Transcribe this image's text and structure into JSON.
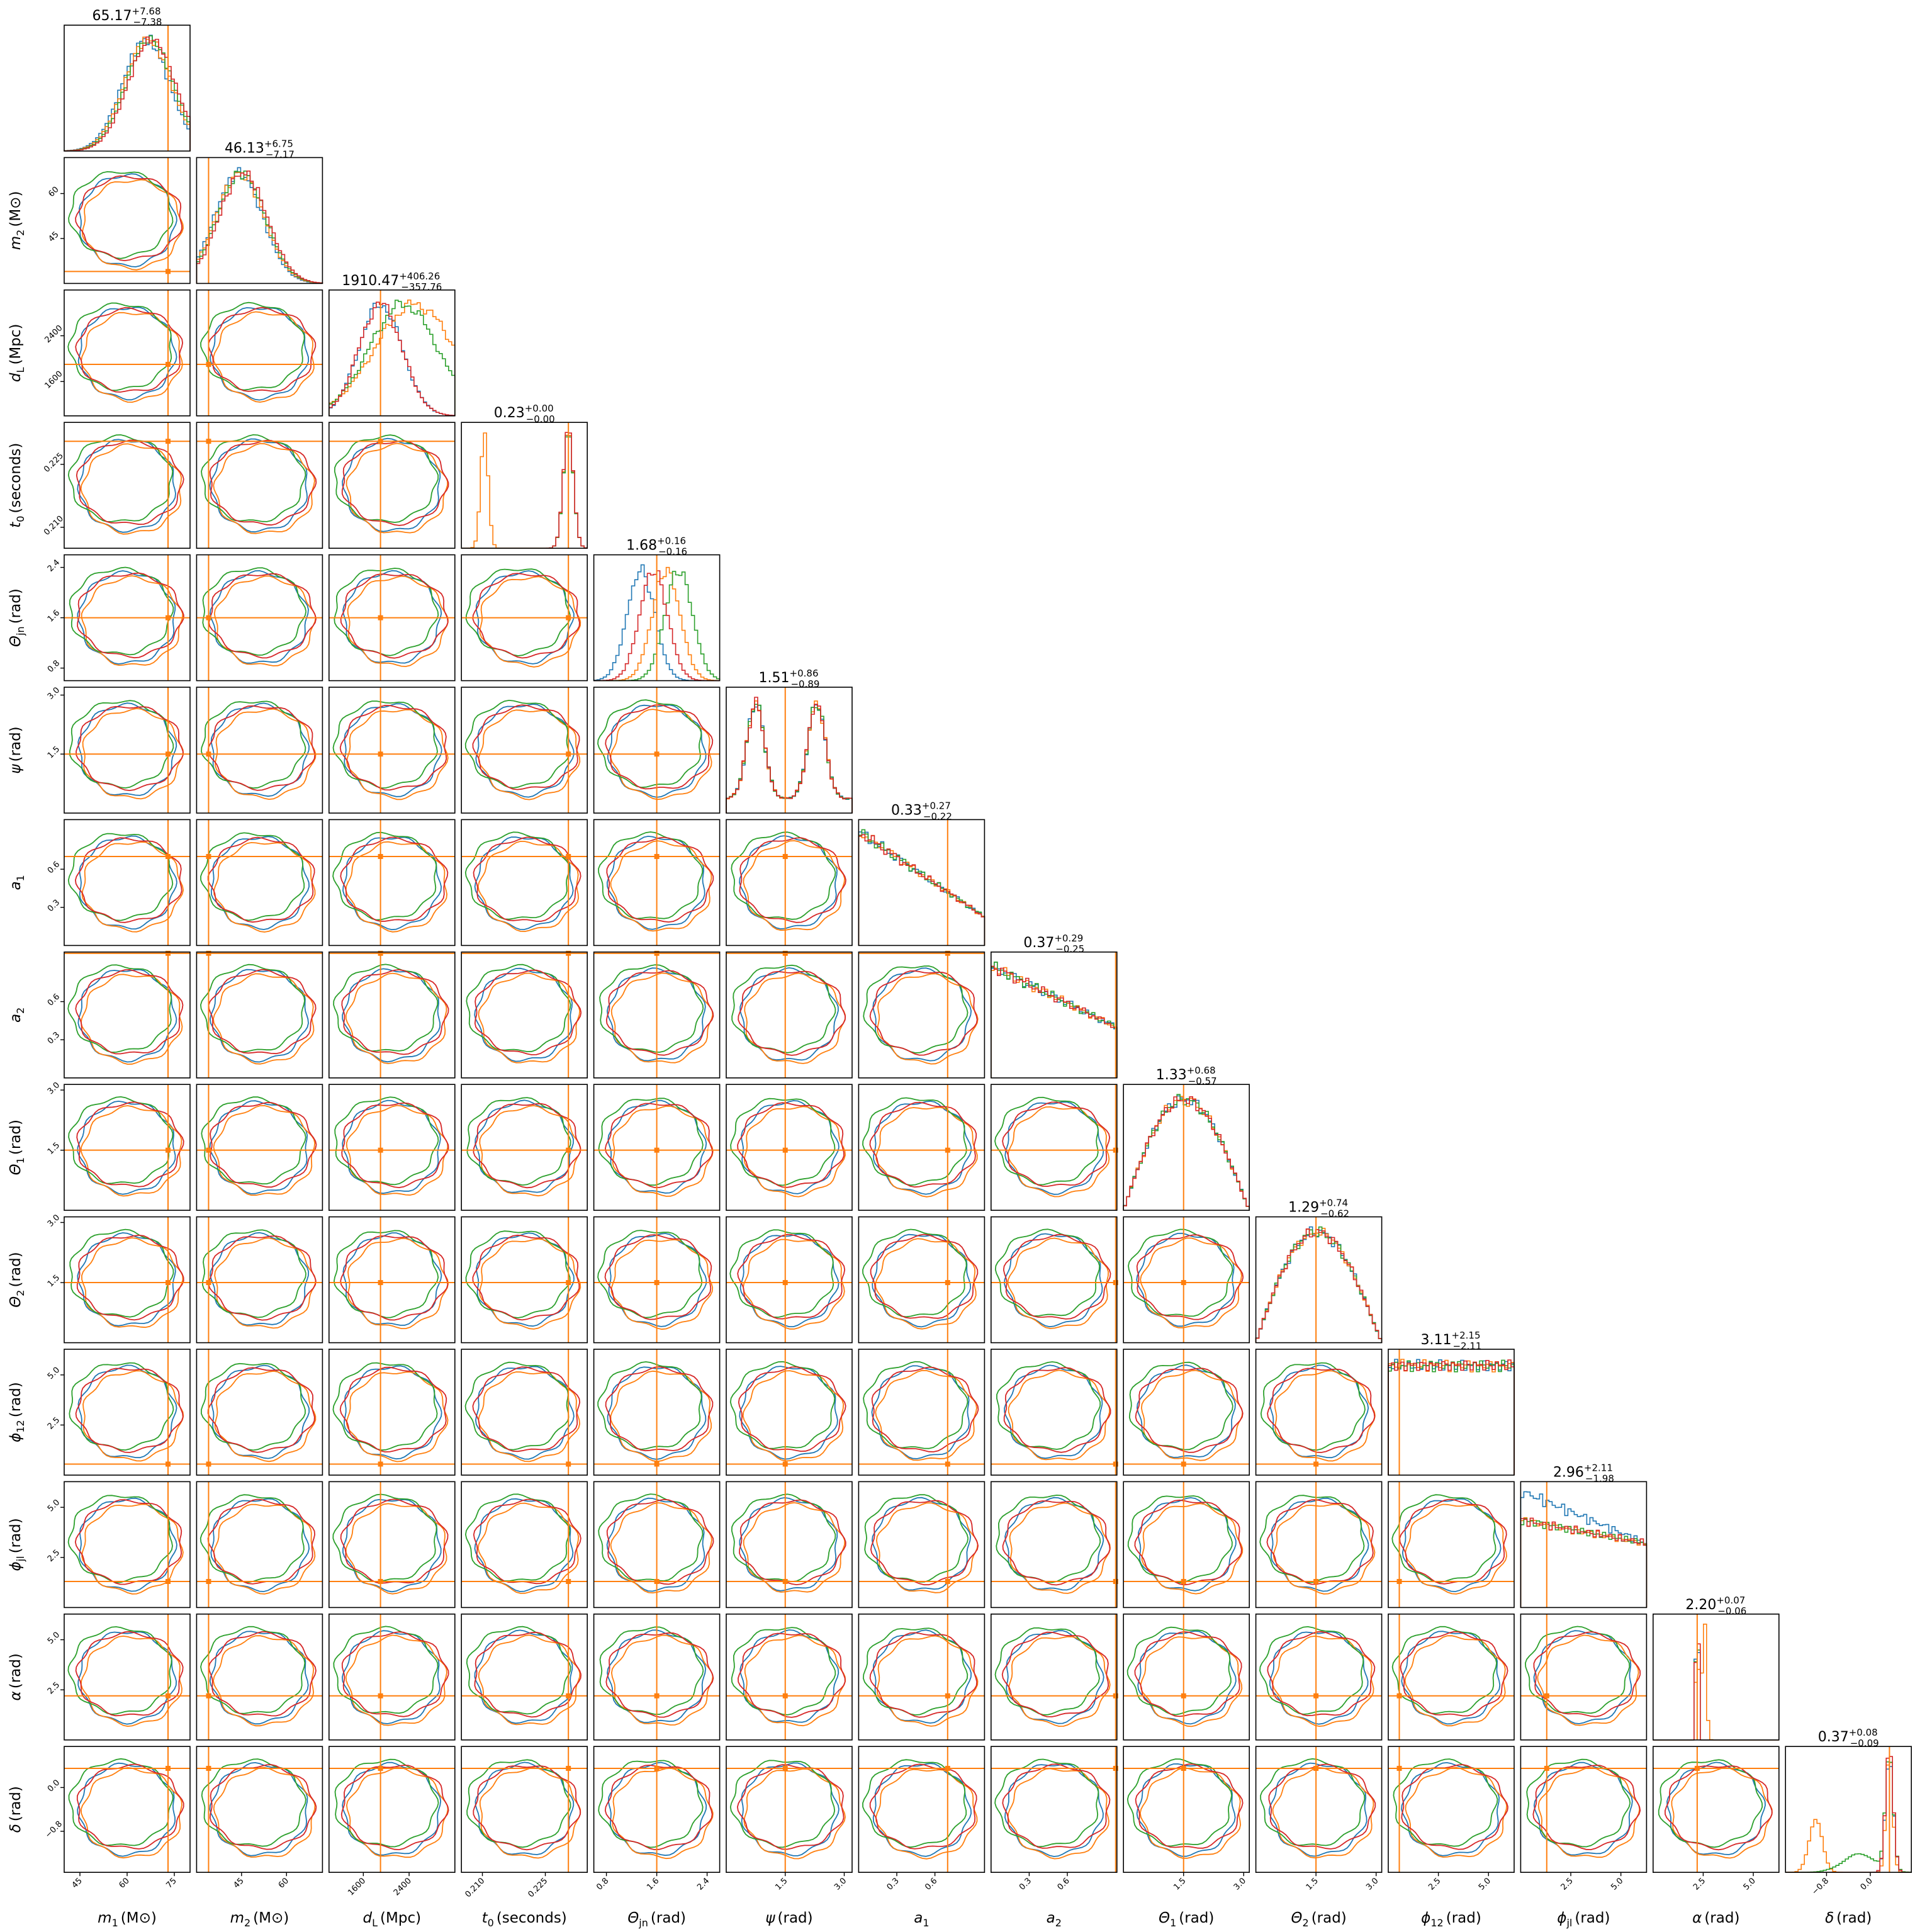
{
  "chart_data": {
    "type": "corner",
    "colors": {
      "series": [
        "#1f77b4",
        "#ff7f0e",
        "#2ca02c",
        "#d62728"
      ],
      "truth": "#ff7f0e"
    },
    "grid": false,
    "legend": "none",
    "parameters": [
      {
        "key": "m1",
        "label_main": "m",
        "label_sub": "1",
        "label_unit": "(M⊙)",
        "range": [
          40,
          80
        ],
        "ticks": [
          45,
          60,
          75
        ],
        "truth": 73,
        "title": {
          "median": "65.17",
          "plus": "+7.68",
          "minus": "−7.38"
        }
      },
      {
        "key": "m2",
        "label_main": "m",
        "label_sub": "2",
        "label_unit": "(M⊙)",
        "range": [
          30,
          72
        ],
        "ticks": [
          45,
          60
        ],
        "truth": 34,
        "title": {
          "median": "46.13",
          "plus": "+6.75",
          "minus": "−7.17"
        }
      },
      {
        "key": "dL",
        "label_main": "d",
        "label_sub": "L",
        "label_unit": "(Mpc)",
        "range": [
          1000,
          3200
        ],
        "ticks": [
          1600,
          2400
        ],
        "truth": 1900,
        "title": {
          "median": "1910.47",
          "plus": "+406.26",
          "minus": "−357.76"
        }
      },
      {
        "key": "t0",
        "label_main": "t",
        "label_sub": "0",
        "label_unit": "(seconds)",
        "range": [
          0.205,
          0.235
        ],
        "ticks": [
          0.21,
          0.225
        ],
        "tick_labels": [
          "0.210",
          "0.225"
        ],
        "truth": 0.2305,
        "title": {
          "median": "0.23",
          "plus": "+0.00",
          "minus": "−0.00"
        }
      },
      {
        "key": "thetajn",
        "label_main": "Θ",
        "label_sub": "jn",
        "label_unit": "(rad)",
        "range": [
          0.6,
          2.6
        ],
        "ticks": [
          0.8,
          1.6,
          2.4
        ],
        "truth": 1.6,
        "title": {
          "median": "1.68",
          "plus": "+0.16",
          "minus": "−0.16"
        }
      },
      {
        "key": "psi",
        "label_main": "ψ",
        "label_sub": "",
        "label_unit": "(rad)",
        "range": [
          0,
          3.2
        ],
        "ticks": [
          1.5,
          3.0
        ],
        "tick_labels": [
          "1.5",
          "3.0"
        ],
        "truth": 1.5,
        "title": {
          "median": "1.51",
          "plus": "+0.86",
          "minus": "−0.89"
        }
      },
      {
        "key": "a1",
        "label_main": "a",
        "label_sub": "1",
        "label_unit": "",
        "range": [
          0,
          0.99
        ],
        "ticks": [
          0.3,
          0.6
        ],
        "truth": 0.7,
        "title": {
          "median": "0.33",
          "plus": "+0.27",
          "minus": "−0.22"
        }
      },
      {
        "key": "a2",
        "label_main": "a",
        "label_sub": "2",
        "label_unit": "",
        "range": [
          0,
          0.99
        ],
        "ticks": [
          0.3,
          0.6
        ],
        "truth": 0.98,
        "title": {
          "median": "0.37",
          "plus": "+0.29",
          "minus": "−0.25"
        }
      },
      {
        "key": "theta1",
        "label_main": "Θ",
        "label_sub": "1",
        "label_unit": "(rad)",
        "range": [
          0,
          3.14
        ],
        "ticks": [
          1.5,
          3.0
        ],
        "tick_labels": [
          "1.5",
          "3.0"
        ],
        "truth": 1.5,
        "title": {
          "median": "1.33",
          "plus": "+0.68",
          "minus": "−0.57"
        }
      },
      {
        "key": "theta2",
        "label_main": "Θ",
        "label_sub": "2",
        "label_unit": "(rad)",
        "range": [
          0,
          3.14
        ],
        "ticks": [
          1.5,
          3.0
        ],
        "tick_labels": [
          "1.5",
          "3.0"
        ],
        "truth": 1.5,
        "title": {
          "median": "1.29",
          "plus": "+0.74",
          "minus": "−0.62"
        }
      },
      {
        "key": "phi12",
        "label_main": "ϕ",
        "label_sub": "12",
        "label_unit": "(rad)",
        "range": [
          0,
          6.28
        ],
        "ticks": [
          2.5,
          5.0
        ],
        "tick_labels": [
          "2.5",
          "5.0"
        ],
        "truth": 0.55,
        "title": {
          "median": "3.11",
          "plus": "+2.15",
          "minus": "−2.11"
        }
      },
      {
        "key": "phijl",
        "label_main": "ϕ",
        "label_sub": "jl",
        "label_unit": "(rad)",
        "range": [
          0,
          6.28
        ],
        "ticks": [
          2.5,
          5.0
        ],
        "tick_labels": [
          "2.5",
          "5.0"
        ],
        "truth": 1.3,
        "title": {
          "median": "2.96",
          "plus": "+2.11",
          "minus": "−1.98"
        }
      },
      {
        "key": "alpha",
        "label_main": "α",
        "label_sub": "",
        "label_unit": "(rad)",
        "range": [
          0,
          6.28
        ],
        "ticks": [
          2.5,
          5.0
        ],
        "tick_labels": [
          "2.5",
          "5.0"
        ],
        "truth": 2.2,
        "title": {
          "median": "2.20",
          "plus": "+0.07",
          "minus": "−0.06"
        }
      },
      {
        "key": "delta",
        "label_main": "δ",
        "label_sub": "",
        "label_unit": "(rad)",
        "range": [
          -1.55,
          0.75
        ],
        "ticks": [
          -0.8,
          0.0
        ],
        "tick_labels": [
          "−0.8",
          "0.0"
        ],
        "truth": 0.35,
        "title": {
          "median": "0.37",
          "plus": "+0.08",
          "minus": "−0.09"
        }
      }
    ]
  }
}
